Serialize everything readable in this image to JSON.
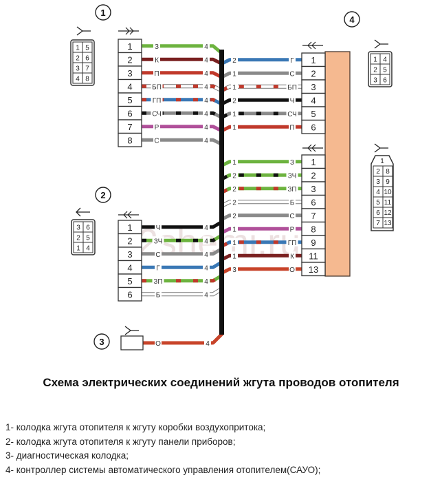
{
  "title": "Схема электрических соединений жгута проводов отопителя",
  "watermark": "2shemi.ru",
  "colors": {
    "З": "#6db33f",
    "К": "#7a2020",
    "П": "#c0392b",
    "Б": "#ffffff",
    "Г": "#3a78b5",
    "С": "#8a8a8a",
    "Ч": "#111111",
    "Р": "#b0509a",
    "О": "#c8442a",
    "trunk": "#111111",
    "controller_body": "#f5b990"
  },
  "connectors": {
    "c1": {
      "number": "1",
      "pictogram": "socket-icon",
      "terminal_symbol": "double-arrow-right",
      "face_pins": [
        [
          "1",
          "5"
        ],
        [
          "2",
          "6"
        ],
        [
          "3",
          "7"
        ],
        [
          "4",
          "8"
        ]
      ],
      "pins": [
        {
          "pin": "1",
          "color_code": "З",
          "bundle": "4"
        },
        {
          "pin": "2",
          "color_code": "К",
          "bundle": "4"
        },
        {
          "pin": "3",
          "color_code": "П",
          "bundle": "4"
        },
        {
          "pin": "4",
          "color_code": "БП",
          "bundle": "4"
        },
        {
          "pin": "5",
          "color_code": "ГП",
          "bundle": "4"
        },
        {
          "pin": "6",
          "color_code": "СЧ",
          "bundle": "4"
        },
        {
          "pin": "7",
          "color_code": "Р",
          "bundle": "4"
        },
        {
          "pin": "8",
          "color_code": "С",
          "bundle": "4"
        }
      ]
    },
    "c2": {
      "number": "2",
      "pictogram": "arrow-left-icon",
      "terminal_symbol": "double-arrow-left",
      "face_pins": [
        [
          "3",
          "6"
        ],
        [
          "2",
          "5"
        ],
        [
          "1",
          "4"
        ]
      ],
      "pins": [
        {
          "pin": "1",
          "color_code": "Ч",
          "bundle": "4"
        },
        {
          "pin": "2",
          "color_code": "ЗЧ",
          "bundle": "4"
        },
        {
          "pin": "3",
          "color_code": "С",
          "bundle": "4"
        },
        {
          "pin": "4",
          "color_code": "Г",
          "bundle": "4"
        },
        {
          "pin": "5",
          "color_code": "ЗП",
          "bundle": "4"
        },
        {
          "pin": "6",
          "color_code": "Б",
          "bundle": "4"
        }
      ]
    },
    "c3": {
      "number": "3",
      "pictogram": "socket-icon",
      "pins": [
        {
          "pin": "",
          "color_code": "О",
          "bundle": "4"
        }
      ]
    },
    "c4": {
      "number": "4",
      "upper": {
        "terminal_symbol": "double-arrow-left",
        "face_pins": [
          [
            "1",
            "4"
          ],
          [
            "2",
            "5"
          ],
          [
            "3",
            "6"
          ]
        ],
        "pins": [
          {
            "pin": "1",
            "color_code": "Г",
            "bundle": "2"
          },
          {
            "pin": "2",
            "color_code": "С",
            "bundle": "1"
          },
          {
            "pin": "3",
            "color_code": "БП",
            "bundle": "1"
          },
          {
            "pin": "4",
            "color_code": "Ч",
            "bundle": "2"
          },
          {
            "pin": "5",
            "color_code": "СЧ",
            "bundle": "1"
          },
          {
            "pin": "6",
            "color_code": "П",
            "bundle": "1"
          }
        ]
      },
      "lower": {
        "terminal_symbol": "double-arrow-left",
        "face_top": "1",
        "face_pins": [
          [
            "2",
            "8"
          ],
          [
            "3",
            "9"
          ],
          [
            "4",
            "10"
          ],
          [
            "5",
            "11"
          ],
          [
            "6",
            "12"
          ],
          [
            "7",
            "13"
          ]
        ],
        "pins": [
          {
            "pin": "1",
            "color_code": "З",
            "bundle": "1"
          },
          {
            "pin": "2",
            "color_code": "ЗЧ",
            "bundle": "2"
          },
          {
            "pin": "3",
            "color_code": "ЗП",
            "bundle": "2"
          },
          {
            "pin": "6",
            "color_code": "Б",
            "bundle": "2"
          },
          {
            "pin": "7",
            "color_code": "С",
            "bundle": "2"
          },
          {
            "pin": "8",
            "color_code": "Р",
            "bundle": "1"
          },
          {
            "pin": "9",
            "color_code": "ГП",
            "bundle": "1"
          },
          {
            "pin": "11",
            "color_code": "К",
            "bundle": "1"
          },
          {
            "pin": "13",
            "color_code": "О",
            "bundle": "3"
          }
        ]
      }
    }
  },
  "legend": [
    "1- колодка жгута отопителя к жгуту коробки воздухопритока;",
    "2- колодка жгута отопителя к жгуту панели приборов;",
    "3- диагностическая колодка;",
    "4- контроллер системы автоматического управления отопителем(САУО);"
  ]
}
